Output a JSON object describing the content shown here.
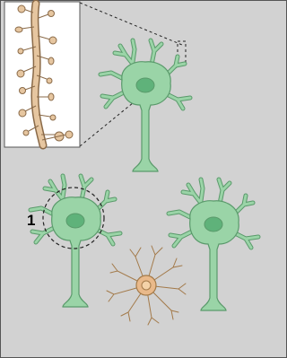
{
  "colors": {
    "background": "#d2d2d2",
    "panel_border": "#555555",
    "inset_background": "#ffffff",
    "neuron_fill": "#9ad4a7",
    "neuron_stroke": "#5a9a6b",
    "nucleus_fill": "#5fb27a",
    "dendrite_fill": "#e6c6a0",
    "dendrite_stroke": "#8a6a48",
    "glia_fill": "#e9b98a",
    "glia_process": "#a37a4a",
    "guide_line": "#222222"
  },
  "inset": {
    "title": "",
    "icon": "dendrite-with-spines"
  },
  "annotations": {
    "label_1": "1"
  },
  "objects": [
    {
      "name": "neuron-top",
      "icon": "neuron"
    },
    {
      "name": "neuron-bottom-left",
      "icon": "neuron",
      "highlighted": true
    },
    {
      "name": "neuron-bottom-right",
      "icon": "neuron"
    },
    {
      "name": "glial-cell",
      "icon": "astrocyte"
    }
  ]
}
